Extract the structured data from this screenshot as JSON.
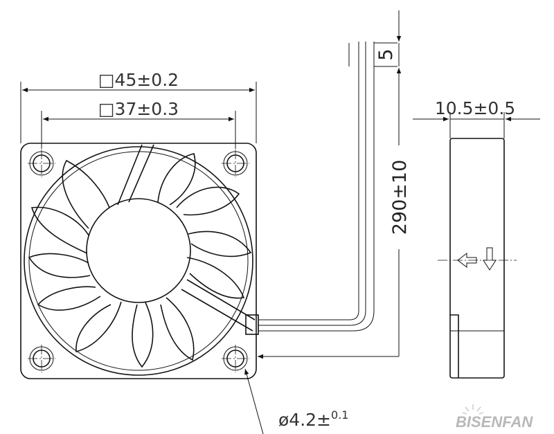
{
  "dimensions": {
    "outer_width": "□45±0.2",
    "hole_spacing": "□37±0.3",
    "lead_length": "290±10",
    "lead_strip": "5",
    "thickness": "10.5±0.5",
    "hole_diameter_main": "ø4.2±",
    "hole_diameter_tol": "0.1"
  },
  "brand": {
    "name": "BISENFAN"
  }
}
